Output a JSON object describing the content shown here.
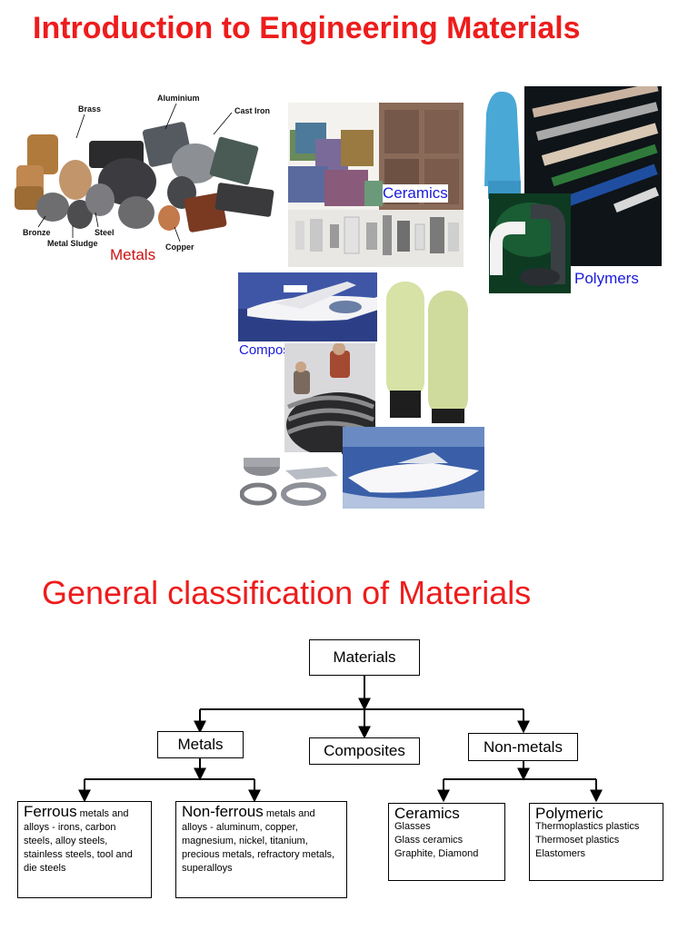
{
  "titles": {
    "intro": "Introduction to Engineering Materials",
    "classification": "General classification of Materials"
  },
  "photo_labels": {
    "metals": "Metals",
    "ceramics": "Ceramics",
    "polymers": "Polymers",
    "composites": "Composites"
  },
  "metal_samples": {
    "brass": "Brass",
    "aluminium": "Aluminium",
    "cast_iron": "Cast Iron",
    "bronze": "Bronze",
    "metal_sludge": "Metal Sludge",
    "steel": "Steel",
    "copper": "Copper"
  },
  "colors": {
    "title": "#ee1c1c",
    "metals_label": "#cc1111",
    "blue_label": "#1a1adb"
  },
  "diagram": {
    "root": "Materials",
    "metals": "Metals",
    "composites": "Composites",
    "nonmetals": "Non-metals",
    "ferrous": {
      "head": "Ferrous",
      "tail": "metals",
      "body": "and alloys - irons, carbon steels, alloy steels, stainless steels, tool and die steels"
    },
    "nonferrous": {
      "head": "Non-ferrous",
      "tail": "metals and",
      "body": "alloys - aluminum, copper, magnesium, nickel, titanium, precious metals, refractory metals, superalloys"
    },
    "ceramics": {
      "head": "Ceramics",
      "items": [
        "Glasses",
        "Glass ceramics",
        "Graphite, Diamond"
      ]
    },
    "polymeric": {
      "head": "Polymeric",
      "items": [
        "Thermoplastics plastics",
        "Thermoset plastics",
        "Elastomers"
      ]
    }
  }
}
